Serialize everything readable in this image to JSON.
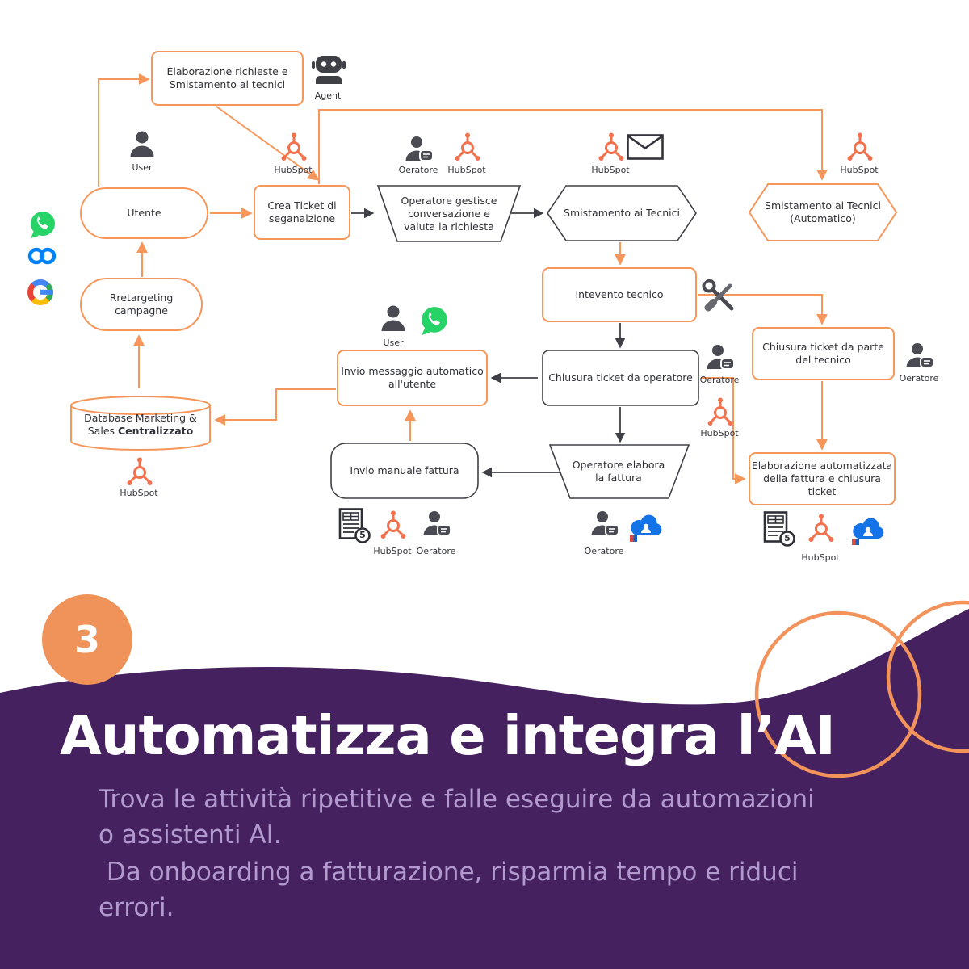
{
  "colors": {
    "accent_orange": "#F6965B",
    "hubspot_orange": "#F4714D",
    "dark": "#3F4046",
    "purple": "#45215F",
    "light_purple_text": "#B29ACF",
    "whatsapp_green": "#25D366",
    "meta_blue": "#0082FB",
    "cloud_blue": "#1473E6",
    "badge_orange": "#F0935B"
  },
  "flowchart": {
    "nodes": {
      "elab_richieste": "Elaborazione richieste e Smistamento ai tecnici",
      "utente": "Utente",
      "crea_ticket": "Crea Ticket di seganalzione",
      "operatore_gestisce": "Operatore gestisce conversazione e valuta la richiesta",
      "smistamento": "Smistamento ai Tecnici",
      "smistamento_auto": "Smistamento ai Tecnici (Automatico)",
      "intevento": "Intevento tecnico",
      "chiusura_tecnico": "Chiusura ticket da parte del tecnico",
      "chiusura_operatore": "Chiusura ticket da operatore",
      "invio_msg": "Invio messaggio automatico all'utente",
      "retargeting": "Rretargeting campagne",
      "database_line1": "Database Marketing &",
      "database_line2_normal": "Sales ",
      "database_line2_bold": "Centralizzato",
      "invio_manuale": "Invio manuale fattura",
      "operatore_elabora": "Operatore elabora la fattura",
      "elab_auto": "Elaborazione automatizzata della fattura e chiusura ticket"
    },
    "labels": {
      "agent": "Agent",
      "user": "User",
      "hubspot": "HubSpot",
      "oeratore": "Oeratore"
    },
    "invoice_badge": "5"
  },
  "footer": {
    "step_number": "3",
    "title": "Automatizza e integra l’AI",
    "body_line1": "Trova le attività ripetitive e falle eseguire da automazioni",
    "body_line2": "o assistenti AI.",
    "body_line3": " Da onboarding a fatturazione, risparmia tempo e riduci",
    "body_line4": "errori."
  }
}
